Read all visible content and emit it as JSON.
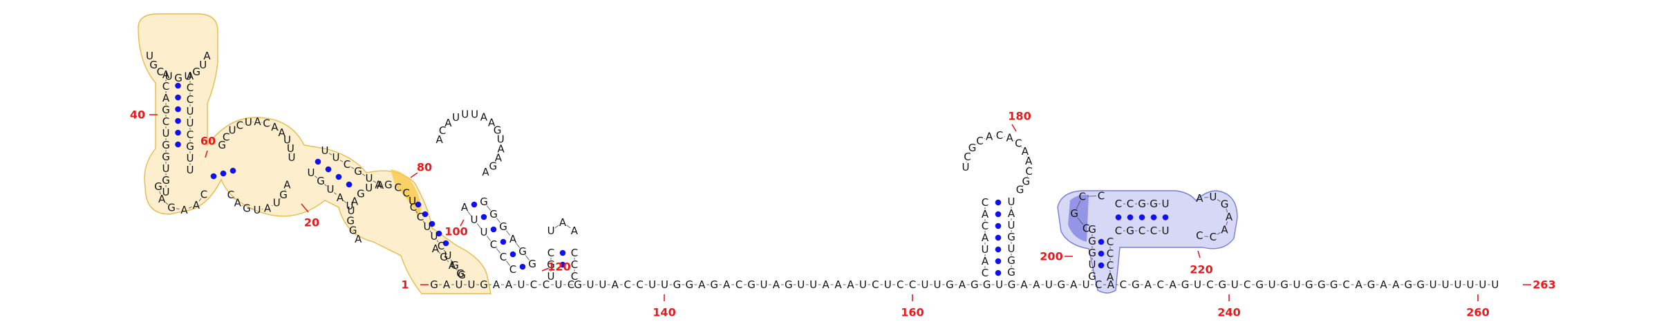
{
  "diagram": {
    "type": "rna-secondary-structure",
    "sequence_length": "263",
    "colors": {
      "nucleotide": "#111111",
      "base_pair": "#1010ee",
      "numbering": "#e8191c",
      "highlight_yellow": "#f3c75a",
      "highlight_blue": "#8e8ee6"
    },
    "labels": {
      "n1": "1",
      "n20": "20",
      "n40": "40",
      "n60": "60",
      "n80": "80",
      "n100": "100",
      "n120": "120",
      "n140": "140",
      "n160": "160",
      "n180": "180",
      "n200": "200",
      "n220": "220",
      "n240": "240",
      "n260": "260",
      "n263": "263"
    },
    "tail_sequence": "GUUACCUUGGAGACGUAGUUAAAUCUCCUUGAGGUGAAUGAUCACGACAGUCGUCGUGUGGGCAGAAGGUUUUUU"
  }
}
